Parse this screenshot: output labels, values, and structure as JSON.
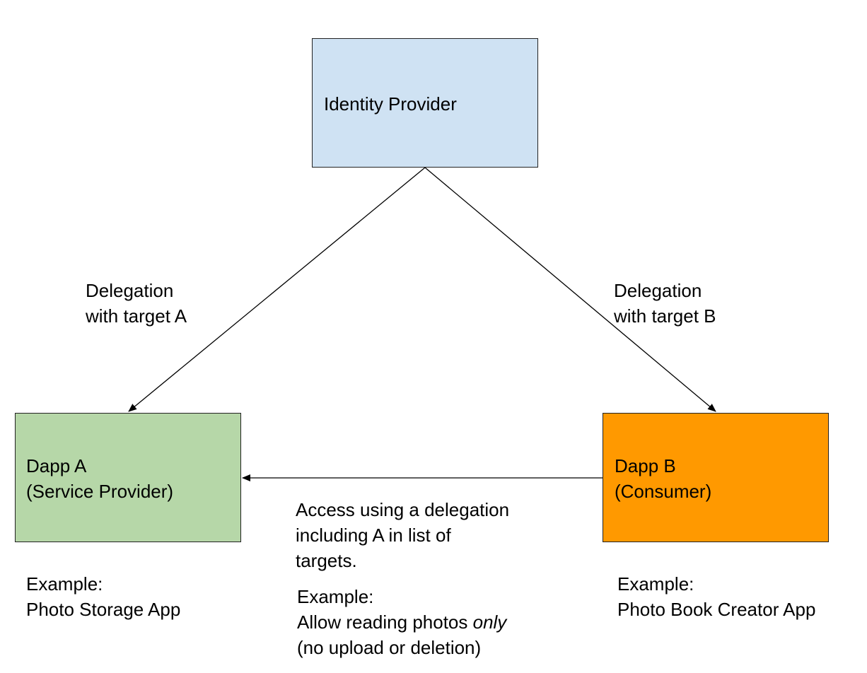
{
  "colors": {
    "identity_provider_fill": "#cfe2f3",
    "dapp_a_fill": "#b6d7a8",
    "dapp_b_fill": "#ff9900",
    "line": "#000000",
    "border": "#222222"
  },
  "nodes": {
    "identity_provider": {
      "label": "Identity Provider"
    },
    "dapp_a": {
      "line1": "Dapp A",
      "line2": "(Service Provider)"
    },
    "dapp_b": {
      "line1": "Dapp B",
      "line2": "(Consumer)"
    }
  },
  "edges": {
    "delegation_a": {
      "line1": "Delegation",
      "line2": "with target A"
    },
    "delegation_b": {
      "line1": "Delegation",
      "line2": "with target B"
    },
    "access": {
      "line1": "Access using a delegation",
      "line2": "including A in list of",
      "line3": "targets."
    }
  },
  "examples": {
    "center": {
      "line1": "Example:",
      "line2_prefix": "Allow reading photos ",
      "line2_emphasis": "only",
      "line3": "(no upload or deletion)"
    },
    "dapp_a": {
      "line1": "Example:",
      "line2": "Photo Storage App"
    },
    "dapp_b": {
      "line1": "Example:",
      "line2": "Photo Book Creator App"
    }
  }
}
